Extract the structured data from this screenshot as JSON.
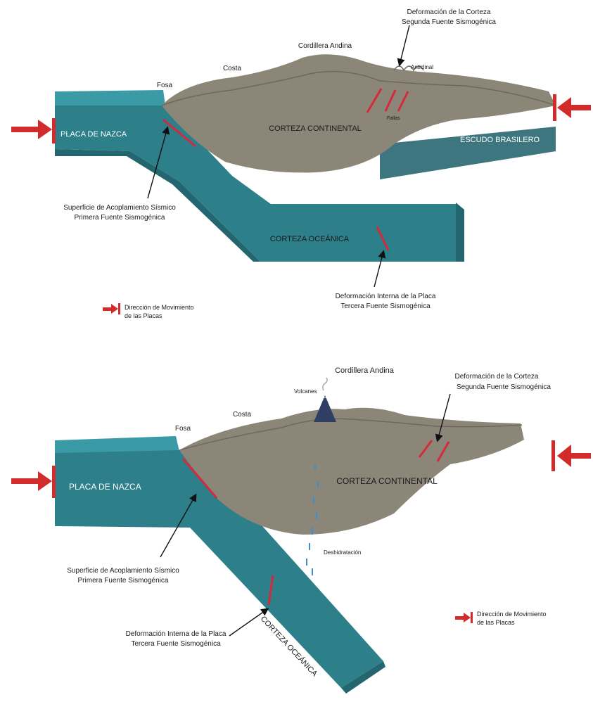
{
  "colors": {
    "oceanic_plate": "#2d7f8a",
    "oceanic_top": "#3a9aa6",
    "oceanic_side": "#236670",
    "continental_crust": "#8c8678",
    "continental_top": "#9e998b",
    "shield": "#3e7680",
    "fault": "#d42a3a",
    "arrow": "#d22b2b",
    "volcano": "#2f3e63",
    "water": "#3a8fd0"
  },
  "top": {
    "labels": {
      "deformacion_corteza": "Deformación de la Corteza",
      "segunda_fuente": "Segunda Fuente Sismogénica",
      "cordillera": "Cordillera Andina",
      "costa": "Costa",
      "fosa": "Fosa",
      "anticlinal": "Anticlinal",
      "fallas": "Fallas",
      "corteza_continental": "CORTEZA CONTINENTAL",
      "placa_nazca": "PLACA DE NAZCA",
      "escudo": "ESCUDO BRASILERO",
      "superficie": "Superficie de Acoplamiento Sísmico",
      "primera_fuente": "Primera Fuente Sismogénica",
      "corteza_oceanica": "CORTEZA OCEÁNICA",
      "deformacion_interna": "Deformación Interna de la Placa",
      "tercera_fuente": "Tercera Fuente Sismogénica",
      "legend_line1": "Dirección de Movimiento",
      "legend_line2": "de las Placas"
    }
  },
  "bottom": {
    "labels": {
      "cordillera": "Cordillera Andina",
      "volcanes": "Volcanes",
      "costa": "Costa",
      "fosa": "Fosa",
      "deformacion_corteza": "Deformación de la Corteza",
      "segunda_fuente": "Segunda Fuente Sismogénica",
      "placa_nazca": "PLACA DE NAZCA",
      "corteza_continental": "CORTEZA CONTINENTAL",
      "deshidratacion": "Deshidratación",
      "superficie": "Superficie de Acoplamiento Sísmico",
      "primera_fuente": "Primera Fuente Sismogénica",
      "deformacion_interna": "Deformación Interna de la Placa",
      "tercera_fuente": "Tercera Fuente Sismogénica",
      "corteza_oceanica": "CORTEZA OCEÁNICA",
      "legend_line1": "Dirección de Movimiento",
      "legend_line2": "de las Placas"
    }
  }
}
